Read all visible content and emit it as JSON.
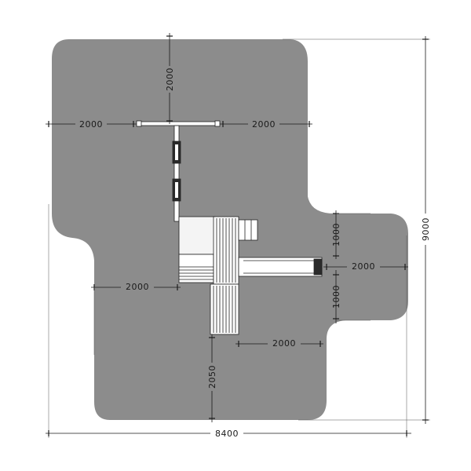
{
  "colors": {
    "safety_zone": "#8c8c8c",
    "equipment_fill": "#ffffff",
    "equipment_stroke": "#222222",
    "dimension_line": "#1a1a1a",
    "background": "#ffffff"
  },
  "dimensions": {
    "swing_top": "2000",
    "swing_left": "2000",
    "swing_right": "2000",
    "slide_upper": "1000",
    "slide_end": "2000",
    "slide_lower": "1000",
    "tower_left": "2000",
    "ladder_right": "2000",
    "ladder_bottom": "2050",
    "overall_width": "8400",
    "overall_height": "9000"
  }
}
